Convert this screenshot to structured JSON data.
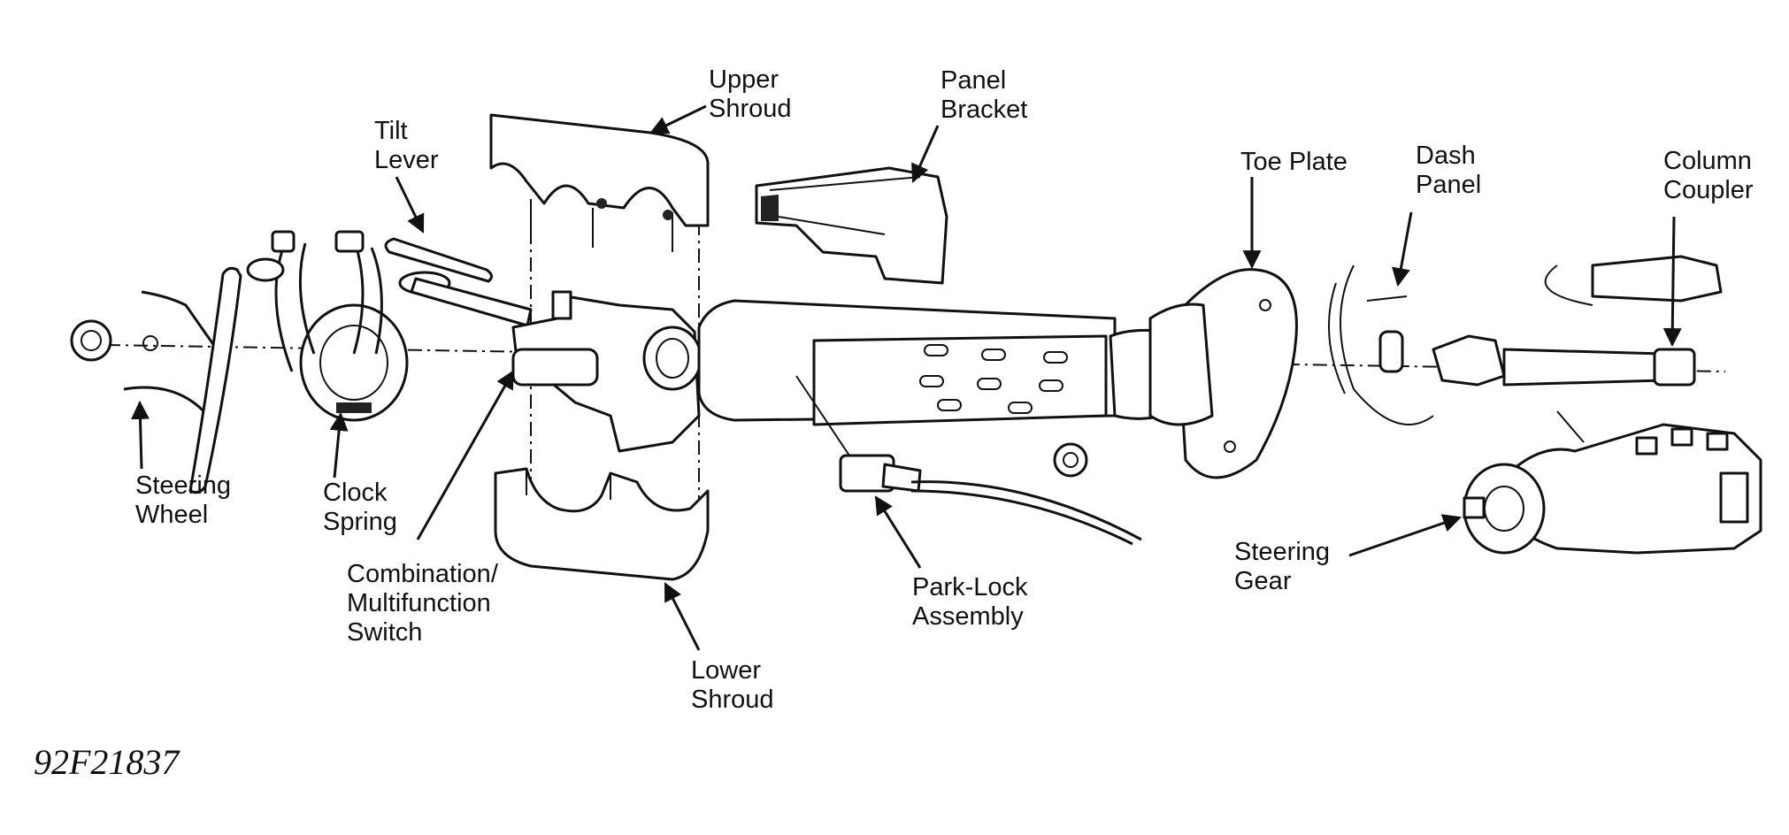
{
  "figure_code": "92F21837",
  "labels": {
    "steering_wheel": "Steering\nWheel",
    "clock_spring": "Clock\nSpring",
    "tilt_lever": "Tilt\nLever",
    "upper_shroud": "Upper\nShroud",
    "lower_shroud": "Lower\nShroud",
    "combination_switch": "Combination/\nMultifunction\nSwitch",
    "panel_bracket": "Panel\nBracket",
    "park_lock_assembly": "Park-Lock\nAssembly",
    "toe_plate": "Toe Plate",
    "dash_panel": "Dash\nPanel",
    "column_coupler": "Column\nCoupler",
    "steering_gear": "Steering\nGear"
  }
}
